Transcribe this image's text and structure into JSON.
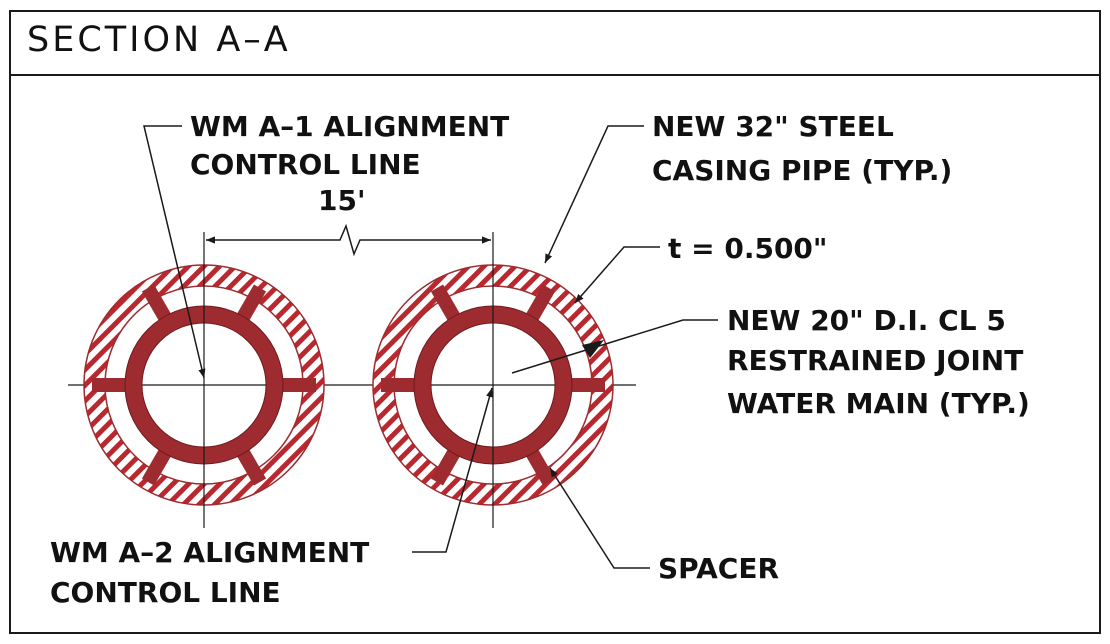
{
  "title": "SECTION A–A",
  "colors": {
    "pipe": "#9e2b2f",
    "hatch": "#b8282e",
    "line": "#1a1a1a"
  },
  "labels": {
    "wm_a1_line1": "WM A–1 ALIGNMENT",
    "wm_a1_line2": "CONTROL LINE",
    "dimension": "15'",
    "casing_line1": "NEW 32\" STEEL",
    "casing_line2": "CASING PIPE (TYP.)",
    "thickness": "t = 0.500\"",
    "main_line1": "NEW 20\" D.I. CL 5",
    "main_line2": "RESTRAINED JOINT",
    "main_line3": "WATER MAIN (TYP.)",
    "wm_a2_line1": "WM A–2 ALIGNMENT",
    "wm_a2_line2": "CONTROL LINE",
    "spacer": "SPACER"
  }
}
